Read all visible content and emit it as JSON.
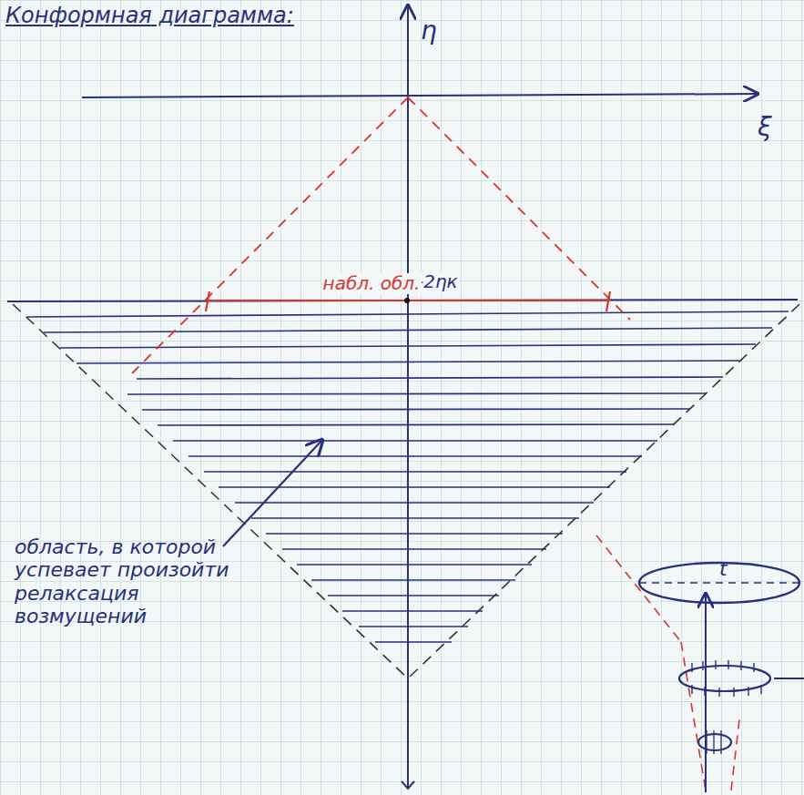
{
  "diagram": {
    "title": "Конформная диаграмма:",
    "labels": [
      "η",
      "ξ",
      "-2ηк",
      "набл. обл.",
      "область, в которой успевает произойти релаксация возмущений",
      "t"
    ]
  }
}
